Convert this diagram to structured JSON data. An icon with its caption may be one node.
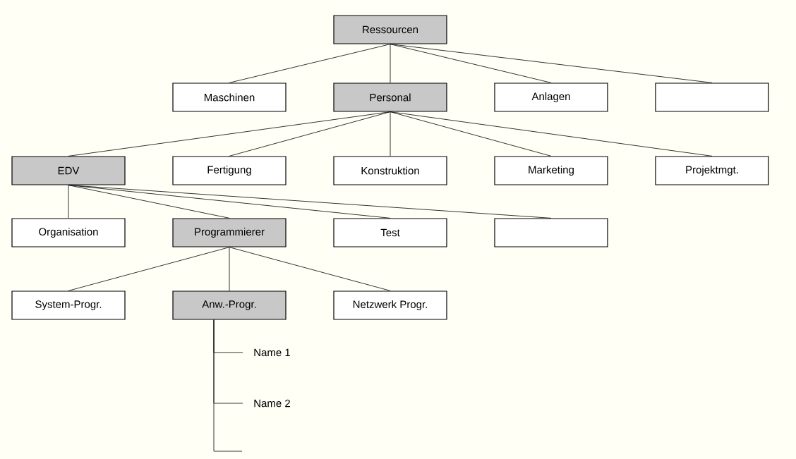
{
  "diagram": {
    "nodes": [
      {
        "text": [
          "Ressourcen"
        ]
      },
      {
        "text": [
          "Maschinen"
        ]
      },
      {
        "text": [
          "Personal"
        ]
      },
      {
        "text": [
          "Anlagen"
        ]
      },
      {
        "text": [],
        "shape": "box"
      },
      {
        "text": [
          "EDV"
        ]
      },
      {
        "text": [
          "Fertigung"
        ]
      },
      {
        "text": [
          "Konstruktion"
        ]
      },
      {
        "text": [
          "Marketing"
        ]
      },
      {
        "text": [
          "Projektmgt."
        ]
      },
      {
        "text": [
          "Organisation"
        ]
      },
      {
        "text": [
          "Programmierer"
        ]
      },
      {
        "text": [
          "Test"
        ]
      },
      {
        "text": [],
        "shape": "box"
      },
      {
        "text": [
          "System-Progr."
        ]
      },
      {
        "text": [
          "Anw.-Progr."
        ]
      },
      {
        "text": [
          "Netzwerk Progr."
        ]
      },
      {
        "text": [
          "Name 1"
        ]
      },
      {
        "text": [
          "Name 2"
        ]
      }
    ],
    "edges": [
      {
        "from": 0,
        "to": 1,
        "arrow": "none"
      },
      {
        "from": 0,
        "to": 2,
        "arrow": "none"
      },
      {
        "from": 0,
        "to": 3,
        "arrow": "none"
      },
      {
        "from": 0,
        "to": 4,
        "arrow": "none"
      },
      {
        "from": 2,
        "to": 5,
        "arrow": "none"
      },
      {
        "from": 2,
        "to": 6,
        "arrow": "none"
      },
      {
        "from": 2,
        "to": 7,
        "arrow": "none"
      },
      {
        "from": 2,
        "to": 8,
        "arrow": "none"
      },
      {
        "from": 2,
        "to": 9,
        "arrow": "none"
      },
      {
        "from": 5,
        "to": 10,
        "arrow": "none"
      },
      {
        "from": 5,
        "to": 11,
        "arrow": "none"
      },
      {
        "from": 5,
        "to": 12,
        "arrow": "none"
      },
      {
        "from": 5,
        "to": 13,
        "arrow": "none"
      },
      {
        "from": 11,
        "to": 14,
        "arrow": "none"
      },
      {
        "from": 11,
        "to": 15,
        "arrow": "none"
      },
      {
        "from": 11,
        "to": 16,
        "arrow": "none"
      },
      {
        "from": 15,
        "to": 17,
        "arrow": "none"
      },
      {
        "from": 15,
        "to": 18,
        "arrow": "none"
      },
      {
        "from": 15,
        "to": null,
        "arrow": "none"
      }
    ]
  }
}
